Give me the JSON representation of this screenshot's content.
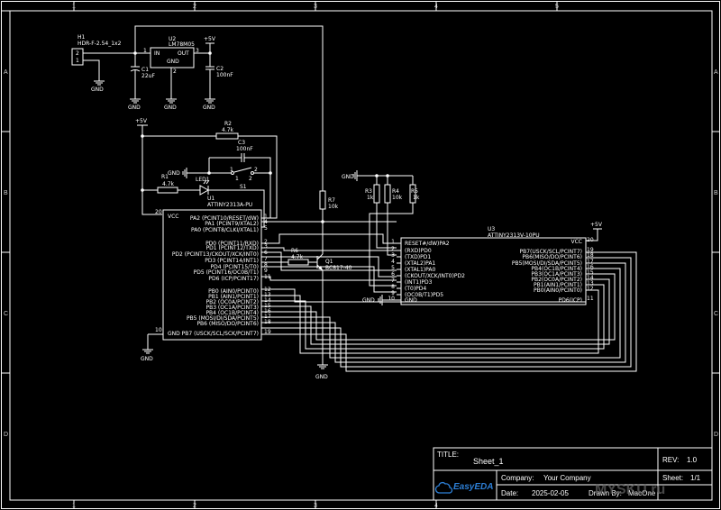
{
  "frame": {
    "col_labels": [
      "1",
      "2",
      "3",
      "4",
      "5"
    ],
    "row_labels": [
      "A",
      "B",
      "C",
      "D"
    ]
  },
  "title_block": {
    "title_label": "TITLE:",
    "title_value": "Sheet_1",
    "rev_label": "REV:",
    "rev_value": "1.0",
    "company_label": "Company:",
    "company_value": "Your Company",
    "sheet_label": "Sheet:",
    "sheet_value": "1/1",
    "date_label": "Date:",
    "date_value": "2025-02-05",
    "drawn_label": "Drawn By:",
    "drawn_value": "MacOne",
    "logo_text": "EasyEDA",
    "watermark": "MYSKU.ru"
  },
  "power": {
    "gnd": "GND",
    "vcc": "+5V"
  },
  "h1": {
    "ref": "H1",
    "value": "HDR-F-2.54_1x2",
    "pin1": "1",
    "pin2": "2"
  },
  "u2": {
    "ref": "U2",
    "value": "LM78M05",
    "in": "IN",
    "out": "OUT",
    "gnd": "GND",
    "p1": "1",
    "p2": "2",
    "p3": "3"
  },
  "c1": {
    "ref": "C1",
    "value": "22uF"
  },
  "c2": {
    "ref": "C2",
    "value": "100nF"
  },
  "c3": {
    "ref": "C3",
    "value": "100nF"
  },
  "r2": {
    "ref": "R2",
    "value": "4.7k"
  },
  "r1": {
    "ref": "R1",
    "value": "4.7k"
  },
  "r3": {
    "ref": "R3",
    "value": "1k"
  },
  "r4": {
    "ref": "R4",
    "value": "10k"
  },
  "r5": {
    "ref": "R5",
    "value": "1k"
  },
  "r6": {
    "ref": "R6",
    "value": "4.7k"
  },
  "r7": {
    "ref": "R7",
    "value": "10k"
  },
  "s1": {
    "ref": "S1",
    "p1": "1",
    "p2": "2",
    "p3": "1",
    "p4": "2"
  },
  "led1": {
    "ref": "LED1"
  },
  "q1": {
    "ref": "Q1",
    "value": "BC817-40"
  },
  "u1": {
    "ref": "U1",
    "value": "ATTINY2313A-PU",
    "vcc": "VCC",
    "vcc_pin": "20",
    "gnd_pin": "10",
    "pins_right": [
      {
        "label": "PA2 (PCINT10/RESET/dW)",
        "num": "1"
      },
      {
        "label": "PA1 (PCINT9/XTAL2)",
        "num": "4"
      },
      {
        "label": "PA0 (PCINT8/CLKI/XTAL1)",
        "num": "5"
      },
      {
        "label": "PD0 (PCINT11/RXD)",
        "num": "2"
      },
      {
        "label": "PD1 (PCINT12/TXD)",
        "num": "3"
      },
      {
        "label": "PD2 (PCINT13/CKOUT/XCK/INT0)",
        "num": "6"
      },
      {
        "label": "PD3 (PCINT14/INT1)",
        "num": "7"
      },
      {
        "label": "PD4 (PCINT15/T0)",
        "num": "8"
      },
      {
        "label": "PD5 (PCINT16/OC0B/T1)",
        "num": "9"
      },
      {
        "label": "PD6 (ICP/PCINT17)",
        "num": "11"
      },
      {
        "label": "PB0 (AIN0/PCINT0)",
        "num": "12"
      },
      {
        "label": "PB1 (AIN1/PCINT1)",
        "num": "13"
      },
      {
        "label": "PB2 (OC0A/PCINT2)",
        "num": "14"
      },
      {
        "label": "PB3 (OC1A/PCINT3)",
        "num": "15"
      },
      {
        "label": "PB4 (OC1B/PCINT4)",
        "num": "16"
      },
      {
        "label": "PB5 (MOSI/DI/SDA/PCINT5)",
        "num": "17"
      },
      {
        "label": "PB6 (MISO/DO/PCINT6)",
        "num": "18"
      },
      {
        "label": "GND PB7 (USCK/SCL/SCK/PCINT7)",
        "num": "19"
      }
    ]
  },
  "u3": {
    "ref": "U3",
    "value": "ATTINY2313V-10PU",
    "pins_left": [
      {
        "label": "RESET#/dW)PA2",
        "num": "1"
      },
      {
        "label": "(RXD)PD0",
        "num": "2"
      },
      {
        "label": "(TXD)PD1",
        "num": "3"
      },
      {
        "label": "(XTAL2)PA1",
        "num": "4"
      },
      {
        "label": "(XTAL1)PA0",
        "num": "5"
      },
      {
        "label": "(CKOUT/XCK/INT0)PD2",
        "num": "6"
      },
      {
        "label": "(INT1)PD3",
        "num": "7"
      },
      {
        "label": "(T0)PD4",
        "num": "8"
      },
      {
        "label": "(OC0B/T1)PD5",
        "num": "9"
      },
      {
        "label": "GND",
        "num": "10"
      }
    ],
    "pins_right": [
      {
        "label": "VCC",
        "num": "20"
      },
      {
        "label": "PB7(USCK/SCL/PCINT7)",
        "num": "19"
      },
      {
        "label": "PB6(MISO/DO/PCINT6)",
        "num": "18"
      },
      {
        "label": "PB5(MOSI/DI/SDA/PCINT5)",
        "num": "17"
      },
      {
        "label": "PB4(OC1B/PCINT4)",
        "num": "16"
      },
      {
        "label": "PB3(OC1A/PCINT3)",
        "num": "15"
      },
      {
        "label": "PB2(OC0A/PCINT2)",
        "num": "14"
      },
      {
        "label": "PB1(AIN1/PCINT1)",
        "num": "13"
      },
      {
        "label": "PB0(AIN0/PCINT0)",
        "num": "12"
      },
      {
        "label": "PD6(ICP)",
        "num": "11"
      }
    ]
  },
  "colors": {
    "background": "#000000",
    "ink": "#ffffff",
    "logo": "#2d7fd6"
  }
}
